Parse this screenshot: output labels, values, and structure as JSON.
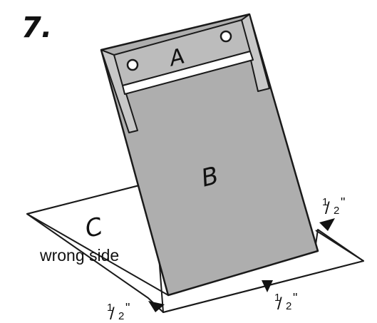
{
  "step": {
    "number": "7."
  },
  "pieces": {
    "a": {
      "label": "A",
      "color": "#bcbcbc"
    },
    "b": {
      "label": "B",
      "color": "#aeaeae"
    },
    "c": {
      "label": "C",
      "note": "wrong side",
      "color": "#ffffff"
    }
  },
  "dimensions": {
    "right": {
      "num": "1",
      "den": "2",
      "unit": "\""
    },
    "bottom": {
      "num": "1",
      "den": "2",
      "unit": "\""
    },
    "left": {
      "num": "1",
      "den": "2",
      "unit": "\""
    }
  },
  "colors": {
    "outline": "#1a1a1a",
    "arrow": "#111111",
    "strip": "#ffffff"
  }
}
